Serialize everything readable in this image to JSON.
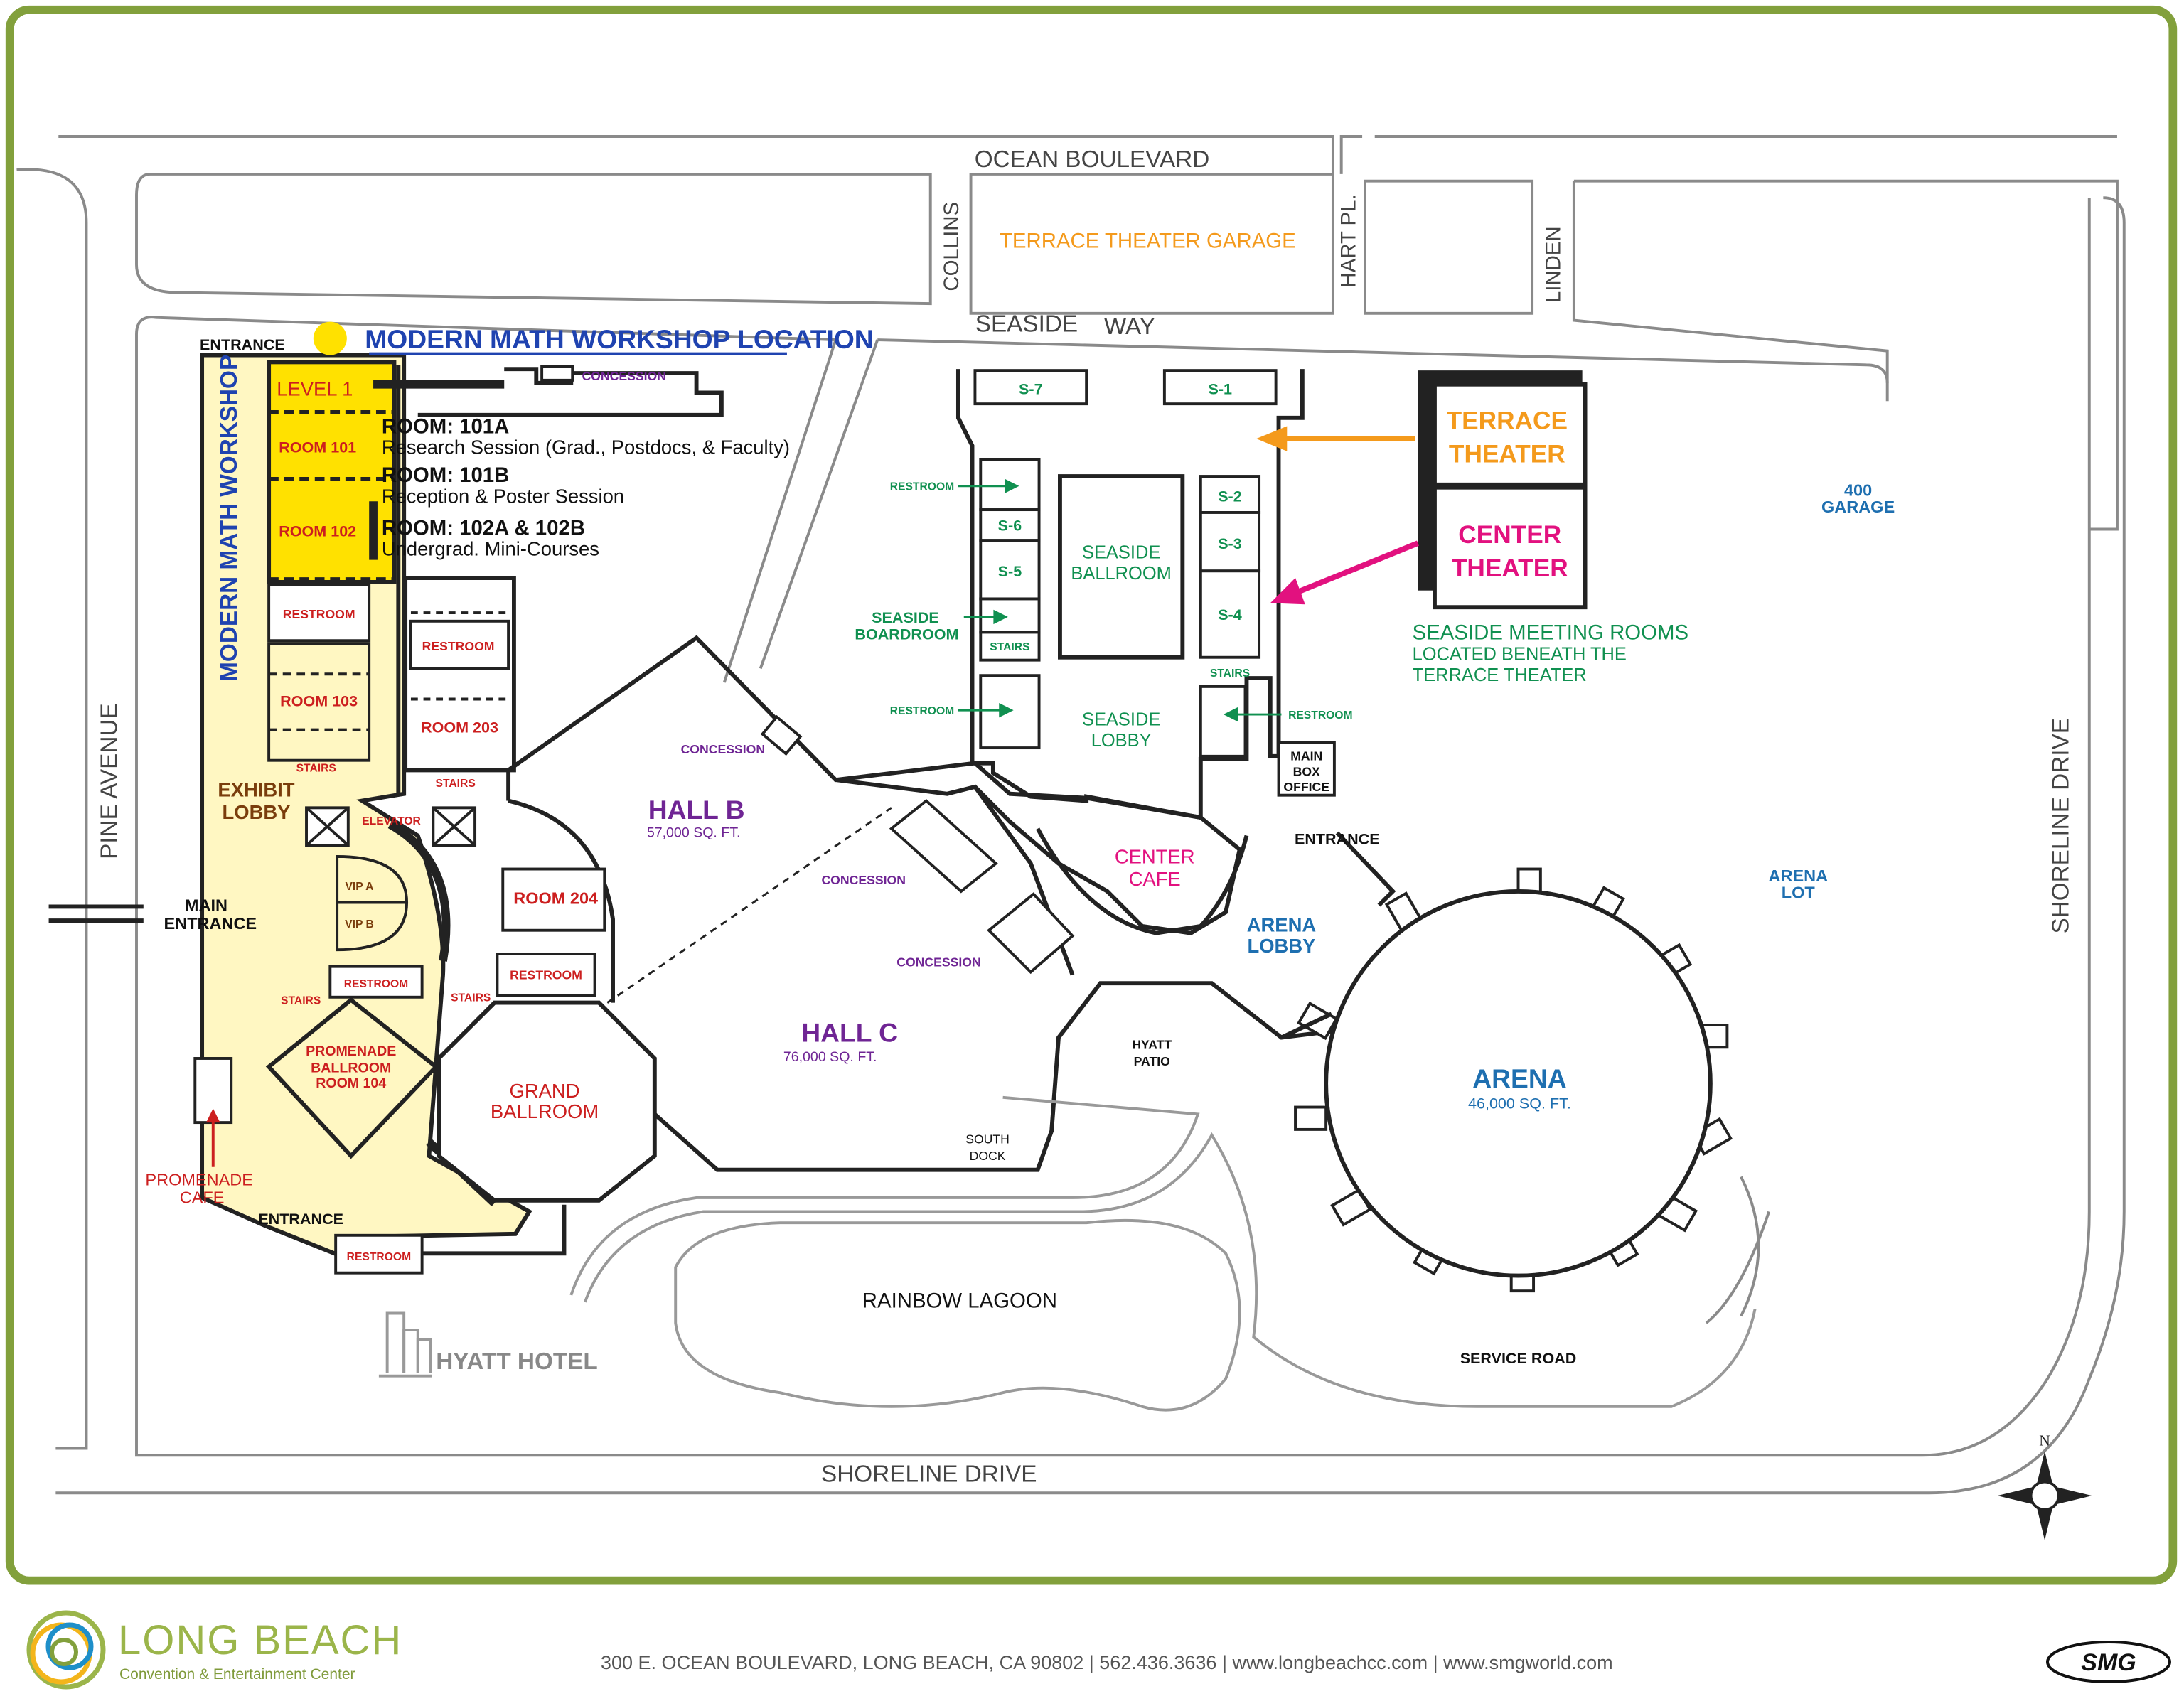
{
  "colors": {
    "frame": "#82a03c",
    "yellow_highlight": "#ffe100",
    "cream_area": "#fff7c2",
    "blue": "#1f43b0",
    "red": "#cc1f1f",
    "green": "#109050",
    "purple": "#6f2594",
    "orange": "#f49a1c",
    "magenta": "#e2117f",
    "arena_blue": "#1e6fb0",
    "brown": "#7a3d0c"
  },
  "streets": {
    "ocean": "OCEAN BOULEVARD",
    "collins": "COLLINS",
    "hart": "HART PL.",
    "linden": "LINDEN",
    "seaside_a": "SEASIDE",
    "seaside_b": "WAY",
    "pine": "PINE  AVENUE",
    "shoreline_right": "SHORELINE DRIVE",
    "shoreline_bottom": "SHORELINE DRIVE",
    "service": "SERVICE ROAD"
  },
  "labels": {
    "terrace_garage": "TERRACE THEATER GARAGE",
    "garage_400_a": "400",
    "garage_400_b": "GARAGE",
    "arena_lot_a": "ARENA",
    "arena_lot_b": "LOT",
    "workshop_location": "MODERN MATH WORKSHOP LOCATION",
    "entrance_top": "ENTRANCE",
    "level1": "LEVEL 1",
    "room101": "ROOM 101",
    "room102": "ROOM 102",
    "restroom_left": "RESTROOM",
    "room103": "ROOM 103",
    "stairs_1": "STAIRS",
    "vertical_workshop": "MODERN MATH WORKSHOP",
    "exhibit_a": "EXHIBIT",
    "exhibit_b": "LOBBY",
    "elevator": "ELEVATOR",
    "vip_a": "VIP A",
    "vip_b": "VIP B",
    "main_entrance_a": "MAIN",
    "main_entrance_b": "ENTRANCE",
    "restroom_vip": "RESTROOM",
    "stairs_2": "STAIRS",
    "promenade_ball_a": "PROMENADE",
    "promenade_ball_b": "BALLROOM",
    "promenade_ball_c": "ROOM 104",
    "promenade_cafe_a": "PROMENADE",
    "promenade_cafe_b": "CAFE",
    "entrance_bottom": "ENTRANCE",
    "restroom_bottom": "RESTROOM",
    "hyatt_hotel": "HYATT HOTEL",
    "room101a": "ROOM: 101A",
    "room101a_desc": "Research Session (Grad., Postdocs, & Faculty)",
    "room101b": "ROOM: 101B",
    "room101b_desc": "Reception & Poster Session",
    "room102ab": "ROOM: 102A & 102B",
    "room102ab_desc": "Undergrad. Mini-Courses",
    "concession_top": "CONCESSION",
    "restroom_203": "RESTROOM",
    "room203": "ROOM 203",
    "stairs_3": "STAIRS",
    "room204": "ROOM 204",
    "restroom_204": "RESTROOM",
    "stairs_4": "STAIRS",
    "grand_a": "GRAND",
    "grand_b": "BALLROOM",
    "hallb": "HALL B",
    "hallb_size": "57,000 SQ. FT.",
    "concession_hallb": "CONCESSION",
    "concession_mid": "CONCESSION",
    "concession_c": "CONCESSION",
    "hallc": "HALL C",
    "hallc_size": "76,000 SQ. FT.",
    "hyatt_patio_a": "HYATT",
    "hyatt_patio_b": "PATIO",
    "south_dock_a": "SOUTH",
    "south_dock_b": "DOCK",
    "rainbow": "RAINBOW LAGOON",
    "s7": "S-7",
    "s1": "S-1",
    "s6": "S-6",
    "s5": "S-5",
    "s2": "S-2",
    "s3": "S-3",
    "s4": "S-4",
    "seaside_ball_a": "SEASIDE",
    "seaside_ball_b": "BALLROOM",
    "seaside_lobby_a": "SEASIDE",
    "seaside_lobby_b": "LOBBY",
    "restroom_s1": "RESTROOM",
    "boardroom_a": "SEASIDE",
    "boardroom_b": "BOARDROOM",
    "stairs_s": "STAIRS",
    "restroom_s2": "RESTROOM",
    "stairs_s2": "STAIRS",
    "restroom_s3": "RESTROOM",
    "center_cafe_a": "CENTER",
    "center_cafe_b": "CAFE",
    "box_a": "MAIN",
    "box_b": "BOX",
    "box_c": "OFFICE",
    "entrance_arena": "ENTRANCE",
    "arena_lobby_a": "ARENA",
    "arena_lobby_b": "LOBBY",
    "arena": "ARENA",
    "arena_size": "46,000 SQ. FT.",
    "terrace_a": "TERRACE",
    "terrace_b": "THEATER",
    "center_a": "CENTER",
    "center_b": "THEATER",
    "seaside_note_a": "SEASIDE MEETING ROOMS",
    "seaside_note_b": "LOCATED BENEATH THE",
    "seaside_note_c": "TERRACE THEATER",
    "compass_n": "N"
  },
  "footer": {
    "brand": "LONG BEACH",
    "brand_sub": "Convention & Entertainment Center",
    "address": "300 E. OCEAN BOULEVARD, LONG BEACH, CA 90802 | 562.436.3636 | www.longbeachcc.com | www.smgworld.com",
    "smg": "SMG"
  }
}
